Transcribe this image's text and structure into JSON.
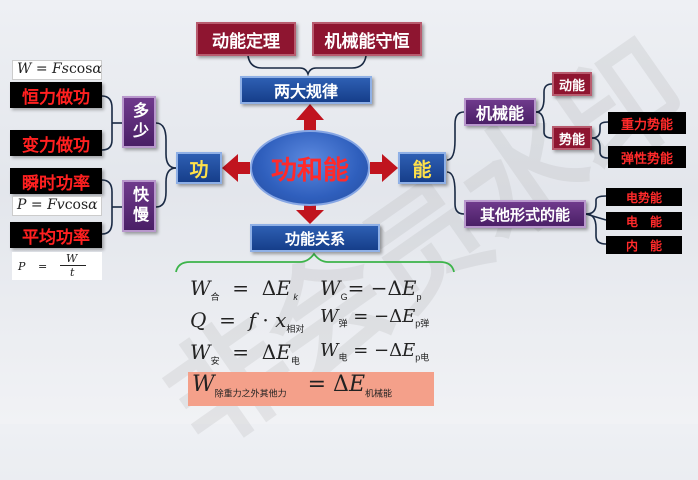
{
  "top": {
    "theorem": "动能定理",
    "conservation": "机械能守恒",
    "two_laws": "两大规律"
  },
  "center": {
    "title": "功和能"
  },
  "left": {
    "work": "功",
    "amount": "多少",
    "speed": "快慢",
    "constant_force_work": "恒力做功",
    "variable_force_work": "变力做功",
    "instant_power": "瞬时功率",
    "average_power": "平均功率"
  },
  "right": {
    "energy": "能",
    "mechanical_energy": "机械能",
    "kinetic_energy": "动能",
    "potential_energy": "势能",
    "gravity_pe": "重力势能",
    "elastic_pe": "弹性势能",
    "other_forms": "其他形式的能",
    "electric_pe": "电势能",
    "electric_energy": "电　能",
    "internal_energy": "内　能"
  },
  "bottom": {
    "relation": "功能关系"
  },
  "watermark": "非会员水印"
}
